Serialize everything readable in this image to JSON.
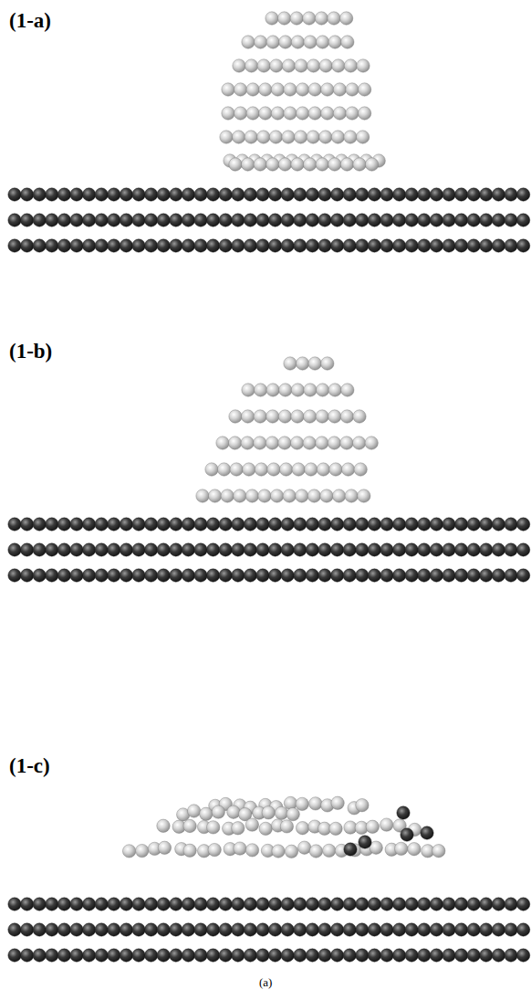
{
  "diagram": {
    "labels": [
      "(1-a)",
      "(1-b)",
      "(1-c)",
      "(a)"
    ]
  }
}
